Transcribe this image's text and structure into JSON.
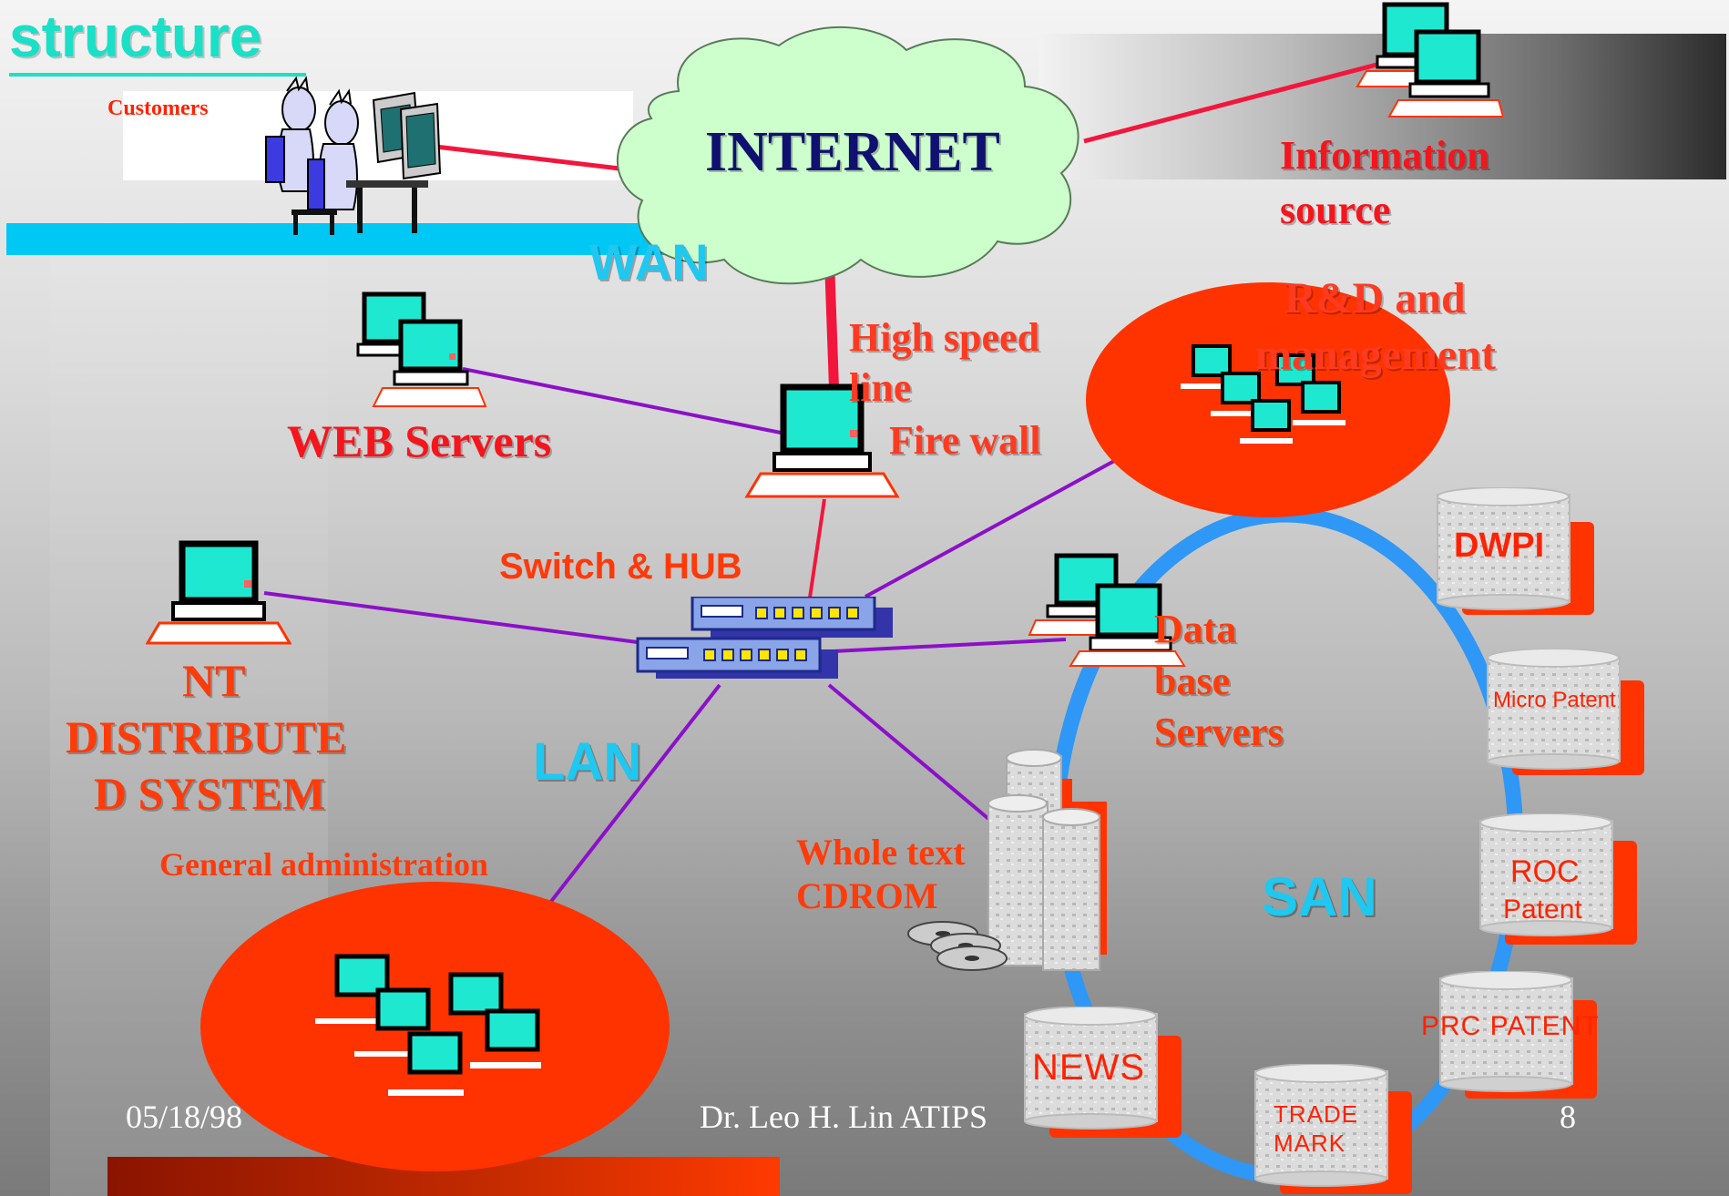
{
  "title": "structure",
  "labels": {
    "customers": "Customers",
    "internet": "INTERNET",
    "wan": "WAN",
    "information_source_line1": "Information",
    "information_source_line2": "source",
    "rd_line1": "R&D and",
    "rd_line2": "management",
    "high_speed_line1": "High speed",
    "high_speed_line2": "line",
    "fire_wall": "Fire wall",
    "web_servers": "WEB Servers",
    "switch_hub": "Switch & HUB",
    "nt_line1": "NT",
    "nt_line2": "DISTRIBUTE",
    "nt_line3": "D SYSTEM",
    "lan": "LAN",
    "general_admin": "General administration",
    "database_line1": "Data",
    "database_line2": "base",
    "database_line3": "Servers",
    "whole_text_line1": "Whole text",
    "whole_text_line2": "CDROM",
    "san": "SAN"
  },
  "databases": [
    {
      "id": "dwpi",
      "label": "DWPI"
    },
    {
      "id": "micro-patent",
      "label": "Micro Patent"
    },
    {
      "id": "roc-patent",
      "line1": "ROC",
      "line2": "Patent"
    },
    {
      "id": "prc-patent",
      "label": "PRC PATENT"
    },
    {
      "id": "trade-mark",
      "line1": "TRADE",
      "line2": "MARK"
    },
    {
      "id": "news",
      "label": "NEWS"
    }
  ],
  "footer": {
    "date": "05/18/98",
    "author": "Dr. Leo H. Lin ATIPS",
    "page": "8"
  },
  "colors": {
    "internet_link": "#f2163d",
    "lan_link": "#8b10c8",
    "san_ring": "#2f97f5",
    "ellipse": "#ff3300",
    "cloud": "#ccffcc",
    "monitor": "#1ee8d0",
    "wan_bar": "#00c8f5"
  }
}
